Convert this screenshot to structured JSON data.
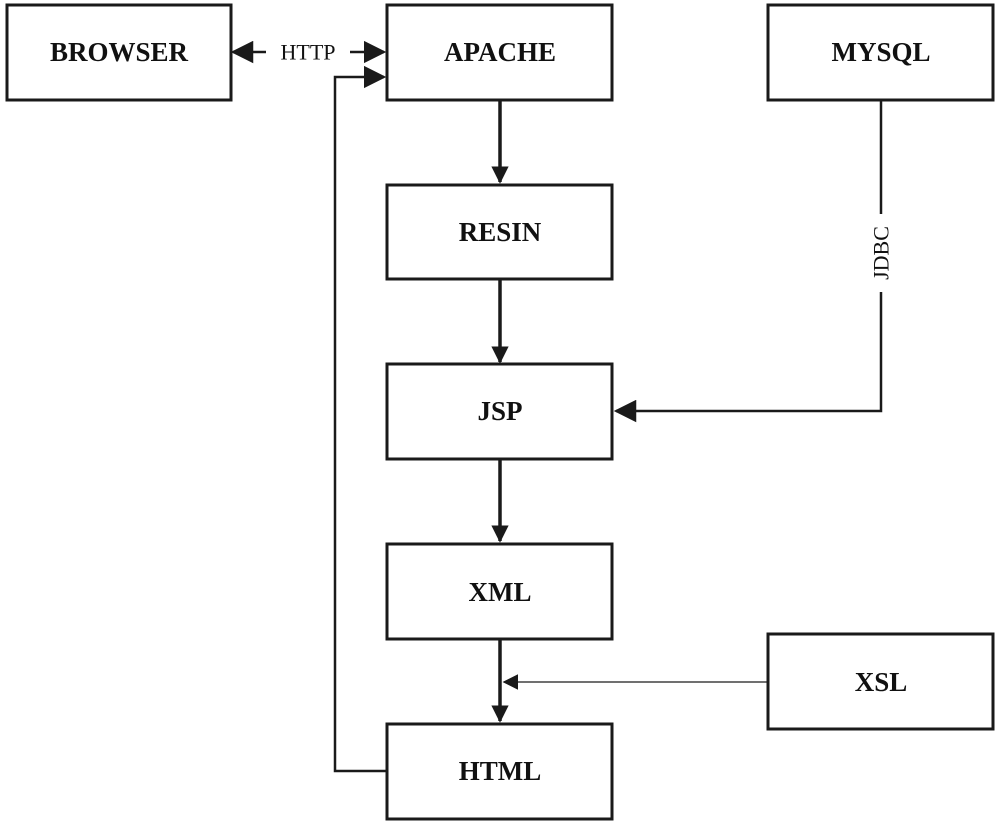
{
  "nodes": {
    "browser": "BROWSER",
    "apache": "APACHE",
    "mysql": "MYSQL",
    "resin": "RESIN",
    "jsp": "JSP",
    "xml": "XML",
    "xsl": "XSL",
    "html": "HTML"
  },
  "edges": {
    "browser_apache": "HTTP",
    "mysql_jsp": "JDBC"
  },
  "colors": {
    "line": "#1a1a1a",
    "text": "#111111",
    "background": "#ffffff"
  }
}
